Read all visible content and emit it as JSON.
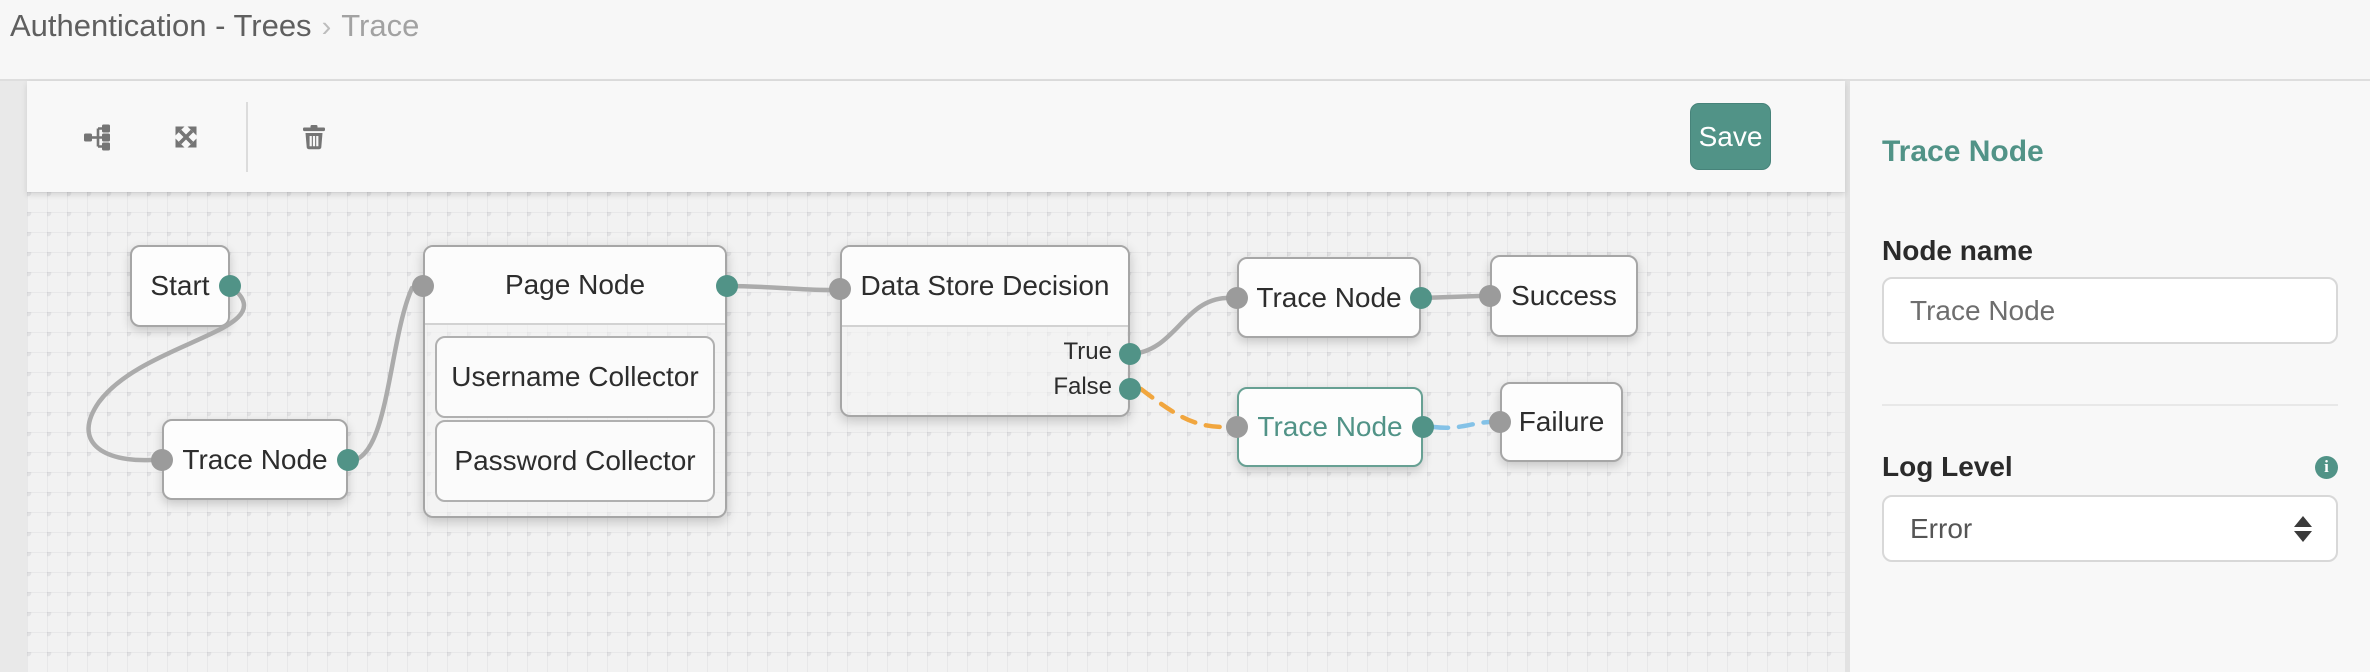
{
  "breadcrumb": {
    "parent": "Authentication - Trees",
    "separator": "›",
    "current": "Trace"
  },
  "toolbar": {
    "save_label": "Save"
  },
  "icons": {
    "auto_layout": "auto-layout-tree-icon",
    "fullscreen": "expand-arrows-icon",
    "delete": "trash-icon",
    "info": "info-circle-icon",
    "select_stepper": "up-down-arrows-icon"
  },
  "canvas": {
    "nodes": {
      "start": {
        "label": "Start"
      },
      "trace1": {
        "label": "Trace Node"
      },
      "page": {
        "label": "Page Node",
        "children": [
          {
            "label": "Username Collector"
          },
          {
            "label": "Password Collector"
          }
        ]
      },
      "decision": {
        "label": "Data Store Decision",
        "outcomes": [
          "True",
          "False"
        ]
      },
      "trace2": {
        "label": "Trace Node"
      },
      "success": {
        "label": "Success"
      },
      "trace3": {
        "label": "Trace Node",
        "selected": true
      },
      "failure": {
        "label": "Failure"
      }
    }
  },
  "panel": {
    "title": "Trace Node",
    "node_name": {
      "label": "Node name",
      "value": "Trace Node"
    },
    "log_level": {
      "label": "Log Level",
      "value": "Error"
    }
  },
  "colors": {
    "accent_teal": "#519387",
    "port_gray": "#9b9b9b",
    "edge_gray": "#ababab",
    "edge_orange": "#f1a63e",
    "edge_blue": "#84c2e7",
    "selected_border": "#67a093"
  }
}
